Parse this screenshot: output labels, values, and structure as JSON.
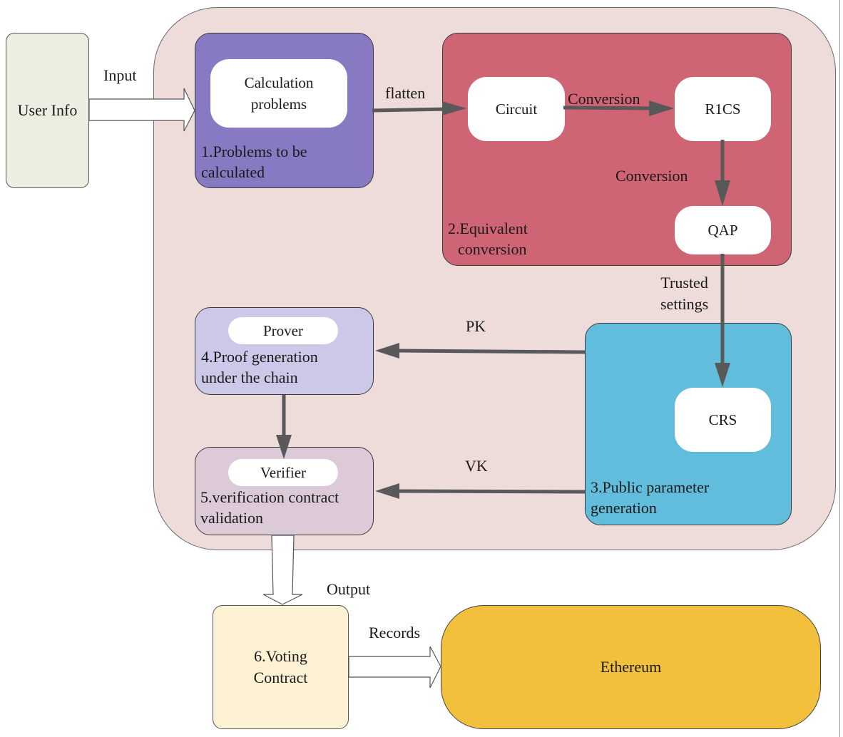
{
  "diagram": {
    "user_info": "User Info",
    "input_label": "Input",
    "stage1": {
      "inner": "Calculation problems",
      "inner_line1": "Calculation",
      "inner_line2": "problems",
      "caption_line1": "1.Problems to be",
      "caption_line2": "calculated",
      "color": "#8879c3"
    },
    "flatten_label": "flatten",
    "stage2": {
      "circuit": "Circuit",
      "r1cs": "R1CS",
      "qap": "QAP",
      "conversion_h": "Conversion",
      "conversion_v": "Conversion",
      "caption_line1": "2.Equivalent",
      "caption_line2": "conversion",
      "color": "#cf6474"
    },
    "trusted_line1": "Trusted",
    "trusted_line2": "settings",
    "stage3": {
      "crs": "CRS",
      "caption_line1": "3.Public parameter",
      "caption_line2": "generation",
      "color": "#62bcdc"
    },
    "pk_label": "PK",
    "vk_label": "VK",
    "stage4": {
      "pill": "Prover",
      "caption_line1": "4.Proof generation",
      "caption_line2": "under the chain",
      "color": "#ccc8e8"
    },
    "stage5": {
      "pill": "Verifier",
      "caption_line1": "5.verification contract",
      "caption_line2": "validation",
      "color": "#dccad8"
    },
    "output_label": "Output",
    "stage6": {
      "line1": "6.Voting",
      "line2": "Contract",
      "color": "#fcf1d2"
    },
    "records_label": "Records",
    "ethereum": {
      "label": "Ethereum",
      "color": "#f3c03e"
    },
    "outer_color": "#eddcda",
    "user_info_color": "#ebefe1",
    "arrow_color": "#595959"
  }
}
